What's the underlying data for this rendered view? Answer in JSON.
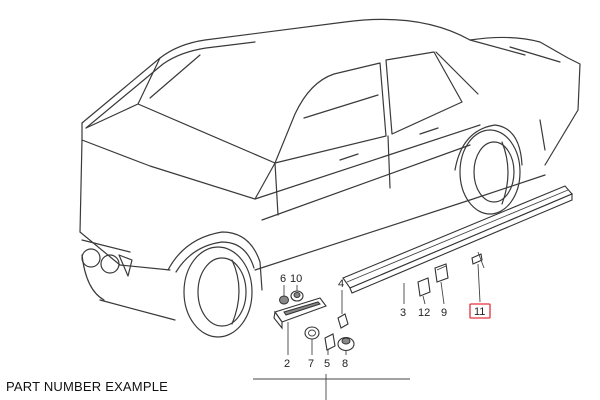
{
  "caption": "PART NUMBER EXAMPLE",
  "colors": {
    "highlight": "#e0303a",
    "line": "#3a3a3a"
  },
  "callouts": [
    {
      "id": "6",
      "label": "6"
    },
    {
      "id": "10",
      "label": "10"
    },
    {
      "id": "4",
      "label": "4"
    },
    {
      "id": "3",
      "label": "3"
    },
    {
      "id": "12",
      "label": "12"
    },
    {
      "id": "9",
      "label": "9"
    },
    {
      "id": "11",
      "label": "11",
      "highlighted": true
    },
    {
      "id": "2",
      "label": "2"
    },
    {
      "id": "7",
      "label": "7"
    },
    {
      "id": "5",
      "label": "5"
    },
    {
      "id": "8",
      "label": "8"
    }
  ]
}
